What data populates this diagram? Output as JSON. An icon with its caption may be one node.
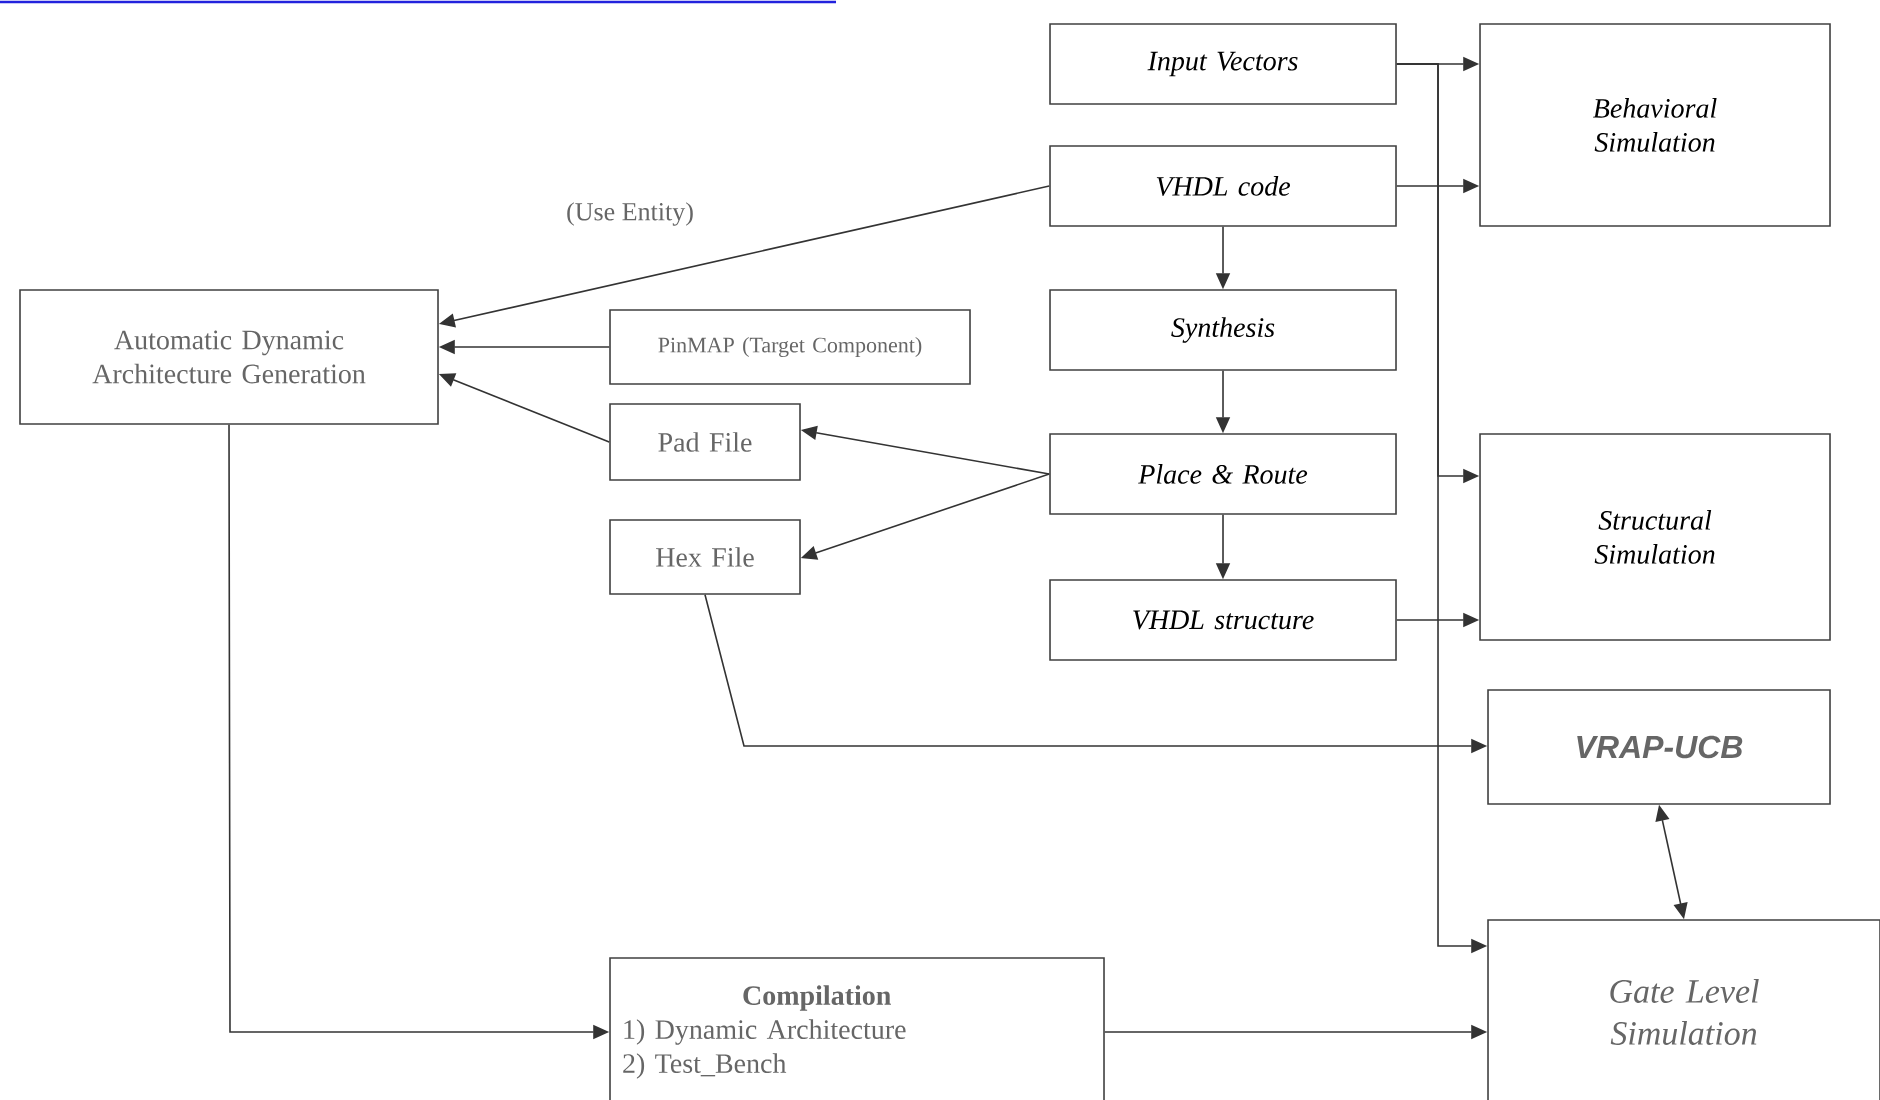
{
  "diagram": {
    "nodes": [
      {
        "text": [
          "Input Vectors"
        ]
      },
      {
        "text": [
          "Behavioral Simulation"
        ]
      },
      {
        "text": [
          "VHDL code"
        ]
      },
      {
        "text": [
          "Automatic Dynamic Architecture Generation"
        ]
      },
      {
        "text": [
          "PinMAP (Target Component)"
        ]
      },
      {
        "text": [
          "Synthesis"
        ]
      },
      {
        "text": [
          "Pad File"
        ]
      },
      {
        "text": [
          "Place & Route"
        ]
      },
      {
        "text": [
          "Structural Simulation"
        ]
      },
      {
        "text": [
          "Hex File"
        ]
      },
      {
        "text": [
          "VHDL structure"
        ]
      },
      {
        "text": [
          "VRAP-UCB"
        ]
      },
      {
        "text": [
          "Gate Level Simulation"
        ]
      },
      {
        "text": [
          "Compilation",
          "1) Dynamic Architecture",
          "2) Test_Bench"
        ]
      }
    ],
    "edges": [
      {
        "from": 0,
        "to": 1,
        "arrow": "to"
      },
      {
        "from": 2,
        "to": 1,
        "arrow": "to"
      },
      {
        "from": 0,
        "to": 8,
        "arrow": "to"
      },
      {
        "from": 0,
        "to": 12,
        "arrow": "to"
      },
      {
        "from": 2,
        "to": 3,
        "arrow": "to",
        "label": "(Use Entity)"
      },
      {
        "from": 2,
        "to": 5,
        "arrow": "to"
      },
      {
        "from": 4,
        "to": 3,
        "arrow": "to"
      },
      {
        "from": 5,
        "to": 7,
        "arrow": "to"
      },
      {
        "from": 7,
        "to": 6,
        "arrow": "to"
      },
      {
        "from": 6,
        "to": 3,
        "arrow": "to"
      },
      {
        "from": 7,
        "to": 9,
        "arrow": "to"
      },
      {
        "from": 7,
        "to": 10,
        "arrow": "to"
      },
      {
        "from": 10,
        "to": 8,
        "arrow": "to"
      },
      {
        "from": 9,
        "to": 11,
        "arrow": "to"
      },
      {
        "from": 11,
        "to": 12,
        "arrow": "both"
      },
      {
        "from": 3,
        "to": 13,
        "arrow": "to"
      },
      {
        "from": 13,
        "to": 12,
        "arrow": "to"
      }
    ]
  }
}
